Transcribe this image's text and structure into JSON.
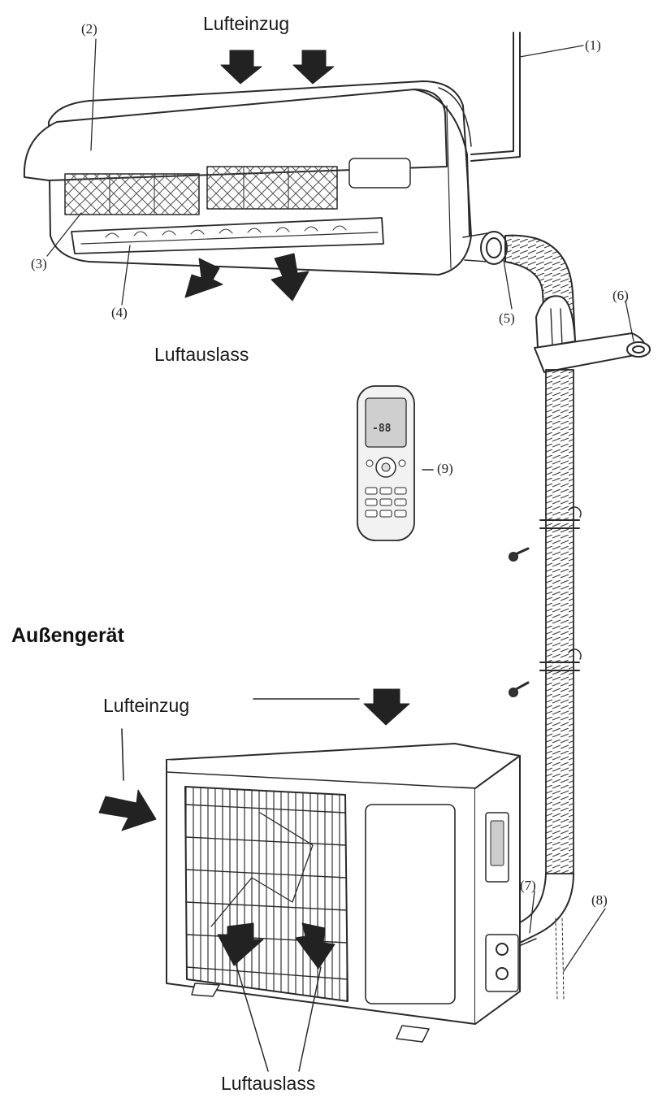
{
  "labels": {
    "top_intake": "Lufteinzug",
    "top_outlet": "Luftauslass",
    "outdoor_heading": "Außengerät",
    "outdoor_intake": "Lufteinzug",
    "outdoor_outlet": "Luftauslass"
  },
  "callouts": [
    "(1)",
    "(2)",
    "(3)",
    "(4)",
    "(5)",
    "(6)",
    "(7)",
    "(8)",
    "(9)"
  ],
  "remote": {
    "display": "-88"
  },
  "colors": {
    "ink": "#1a1a1a",
    "arrow": "#222222",
    "paper": "#ffffff",
    "line": "#2a2a2a"
  }
}
